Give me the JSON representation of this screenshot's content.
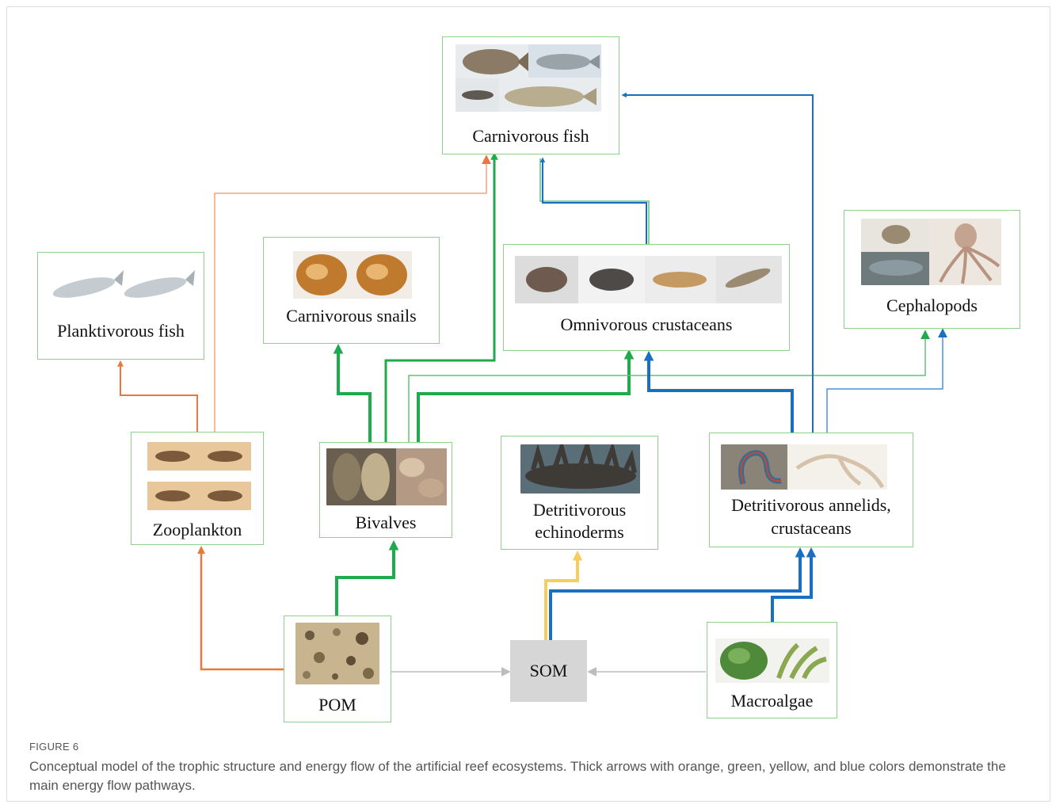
{
  "nodes": {
    "carnivorous_fish": "Carnivorous fish",
    "planktivorous_fish": "Planktivorous fish",
    "carnivorous_snails": "Carnivorous snails",
    "omnivorous_crustaceans": "Omnivorous crustaceans",
    "cephalopods": "Cephalopods",
    "zooplankton": "Zooplankton",
    "bivalves": "Bivalves",
    "detritivorous_echinoderms_line1": "Detritivorous",
    "detritivorous_echinoderms_line2": "echinoderms",
    "detritivorous_annelids_line1": "Detritivorous annelids,",
    "detritivorous_annelids_line2": "crustaceans",
    "pom": "POM",
    "som": "SOM",
    "macroalgae": "Macroalgae"
  },
  "colors": {
    "orange": "#e8793b",
    "green": "#1faa4b",
    "yellow": "#f7cd5c",
    "blue": "#1a6fc1",
    "gray": "#bcbcbc",
    "node_border": "#8fd08f"
  },
  "figure": {
    "label": "FIGURE 6",
    "caption": "Conceptual model of the trophic structure and energy flow of the artificial reef ecosystems. Thick arrows with orange, green, yellow, and blue colors demonstrate the main energy flow pathways."
  }
}
